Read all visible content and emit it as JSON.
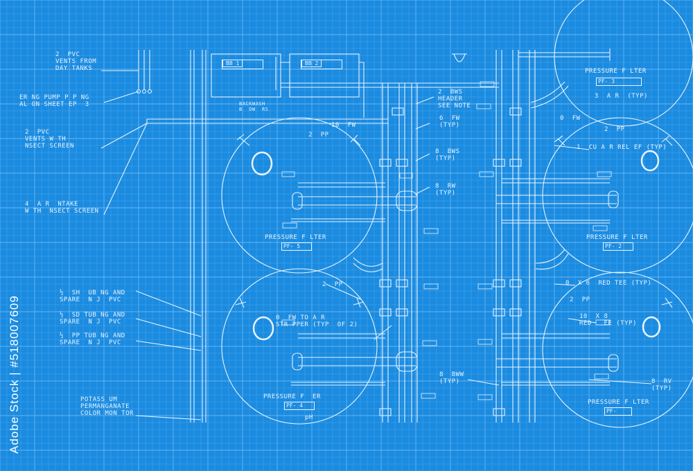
{
  "colors": {
    "background": "#1a8be0",
    "ink": "#e8f4ff",
    "grid_minor": "#4ea6ea",
    "grid_major": "#6ab6f0"
  },
  "watermark": {
    "text": "Adobe Stock | #518007609"
  },
  "backwash": {
    "bb1": "BB 1",
    "bb2": "BB 2",
    "label": "BACKWASH\nB  OW  RS"
  },
  "notes": {
    "vents_day_tanks": "2  PVC\nVENTS FROM\nDAY TANKS",
    "pump_piping": "ER NG PUMP P P NG\nAL ON SHEET EP  3",
    "vents_insect": "2  PVC\nVENTS W TH\nNSECT SCREEN",
    "air_intake": "4  A R  NTAKE\nW TH  NSECT SCREEN",
    "sh_tubing": "½  SH  UB NG AND\nSPARE  N J  PVC",
    "sd_tubing": "½  SD TUB NG AND\nSPARE  N J  PVC",
    "pp_tubing": "½  PP TUB NG AND\nSPARE  N J  PVC",
    "potassium": "POTASS UM\nPERMANGANATE\nCOLOR MON TOR",
    "bws_header": "2  BWS\nHEADER\nSEE NOTE",
    "fw_typ": "6  FW\n(TYP)",
    "bws_typ": "8  BWS\n(TYP)",
    "rw_typ": "8  RW\n(TYP)",
    "fw_10": "10  FW",
    "pp_2_top": "2  PP",
    "pp_2_mid": "2  PP",
    "fw_to_air": "0  FW TO A R\nSTR PPER (TYP  OF 2)",
    "bww_typ": "8  BWW\n(TYP)",
    "air_typ": "3  A R  (TYP)",
    "fw_0": "0  FW",
    "pp_2_right": "2  PP",
    "cu_air_relief": "1  CU A R REL EF (TYP)",
    "red_tee": "0  X 6  RED TEE (TYP)",
    "pp_2_right_low": "2  PP",
    "red_tee_10x8": "10  X 8\nRED   EE (TYP)",
    "rv_typ": "8  RV\n(TYP)",
    "ph": "pH"
  },
  "filters": [
    {
      "label": "PRESSURE F LTER",
      "id": "PF- 3"
    },
    {
      "label": "PRESSURE F LTER",
      "id": "PF- 5"
    },
    {
      "label": "PRESSURE F LTER",
      "id": "PF- 2"
    },
    {
      "label": "PRESSURE F  ER",
      "id": "PF- 4"
    },
    {
      "label": "PRESSURE F LTER",
      "id": "PF-"
    }
  ]
}
